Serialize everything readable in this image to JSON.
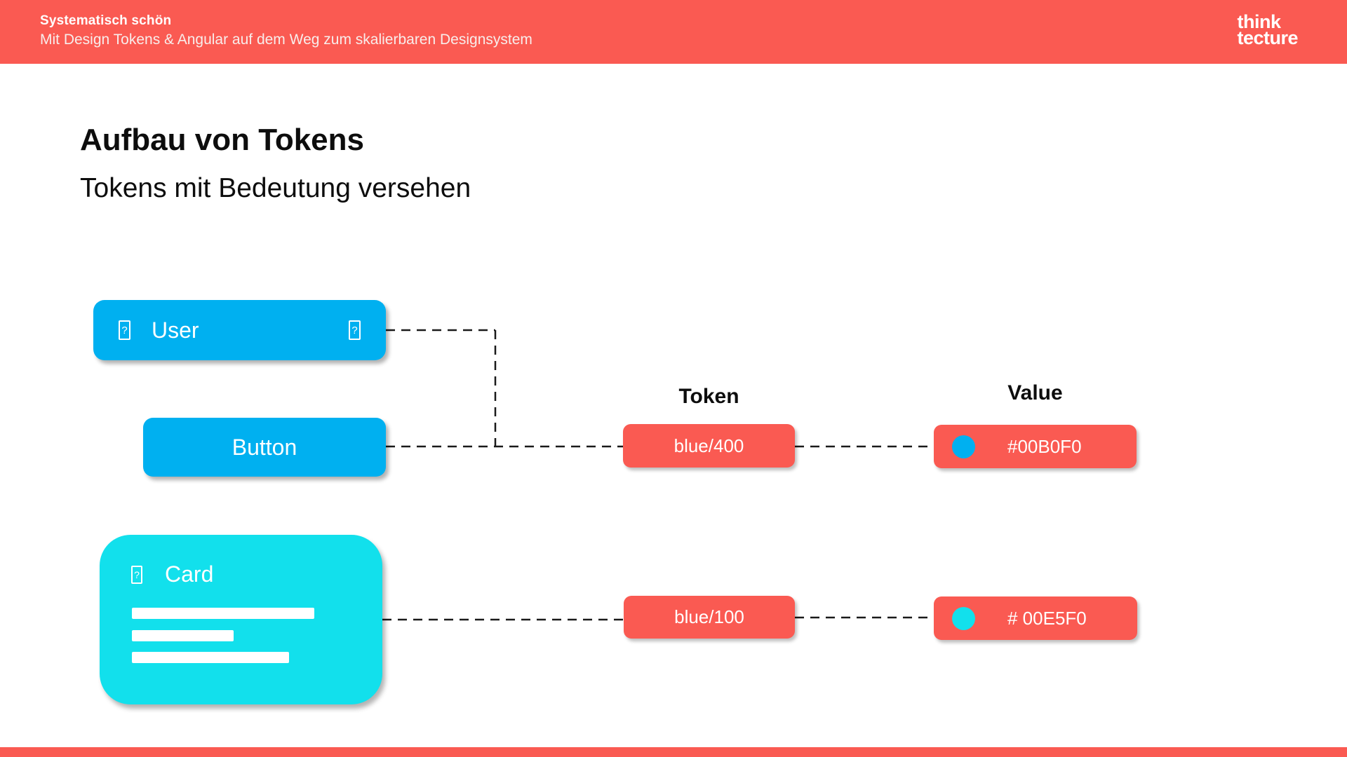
{
  "colors": {
    "brand_red": "#FA5A52",
    "blue_400": "#00B0F0",
    "blue_100": "#12E0EC",
    "connector": "#1a1a1a"
  },
  "header": {
    "title": "Systematisch schön",
    "subtitle": "Mit Design Tokens & Angular auf dem Weg zum skalierbaren Designsystem",
    "logo_line1": "think",
    "logo_line2": "tecture"
  },
  "slide": {
    "title": "Aufbau von Tokens",
    "subtitle": "Tokens mit Bedeutung versehen"
  },
  "icons": {
    "missing_glyph": "?"
  },
  "diagram": {
    "column_headers": {
      "token": "Token",
      "value": "Value"
    },
    "components": {
      "user": {
        "label": "User",
        "color": "#00B0F0"
      },
      "button": {
        "label": "Button",
        "color": "#00B0F0"
      },
      "card": {
        "label": "Card",
        "color": "#12E0EC"
      }
    },
    "rows": [
      {
        "token": "blue/400",
        "value": "#00B0F0",
        "swatch": "#00B0F0"
      },
      {
        "token": "blue/100",
        "value": "# 00E5F0",
        "swatch": "#12E0EC"
      }
    ]
  }
}
